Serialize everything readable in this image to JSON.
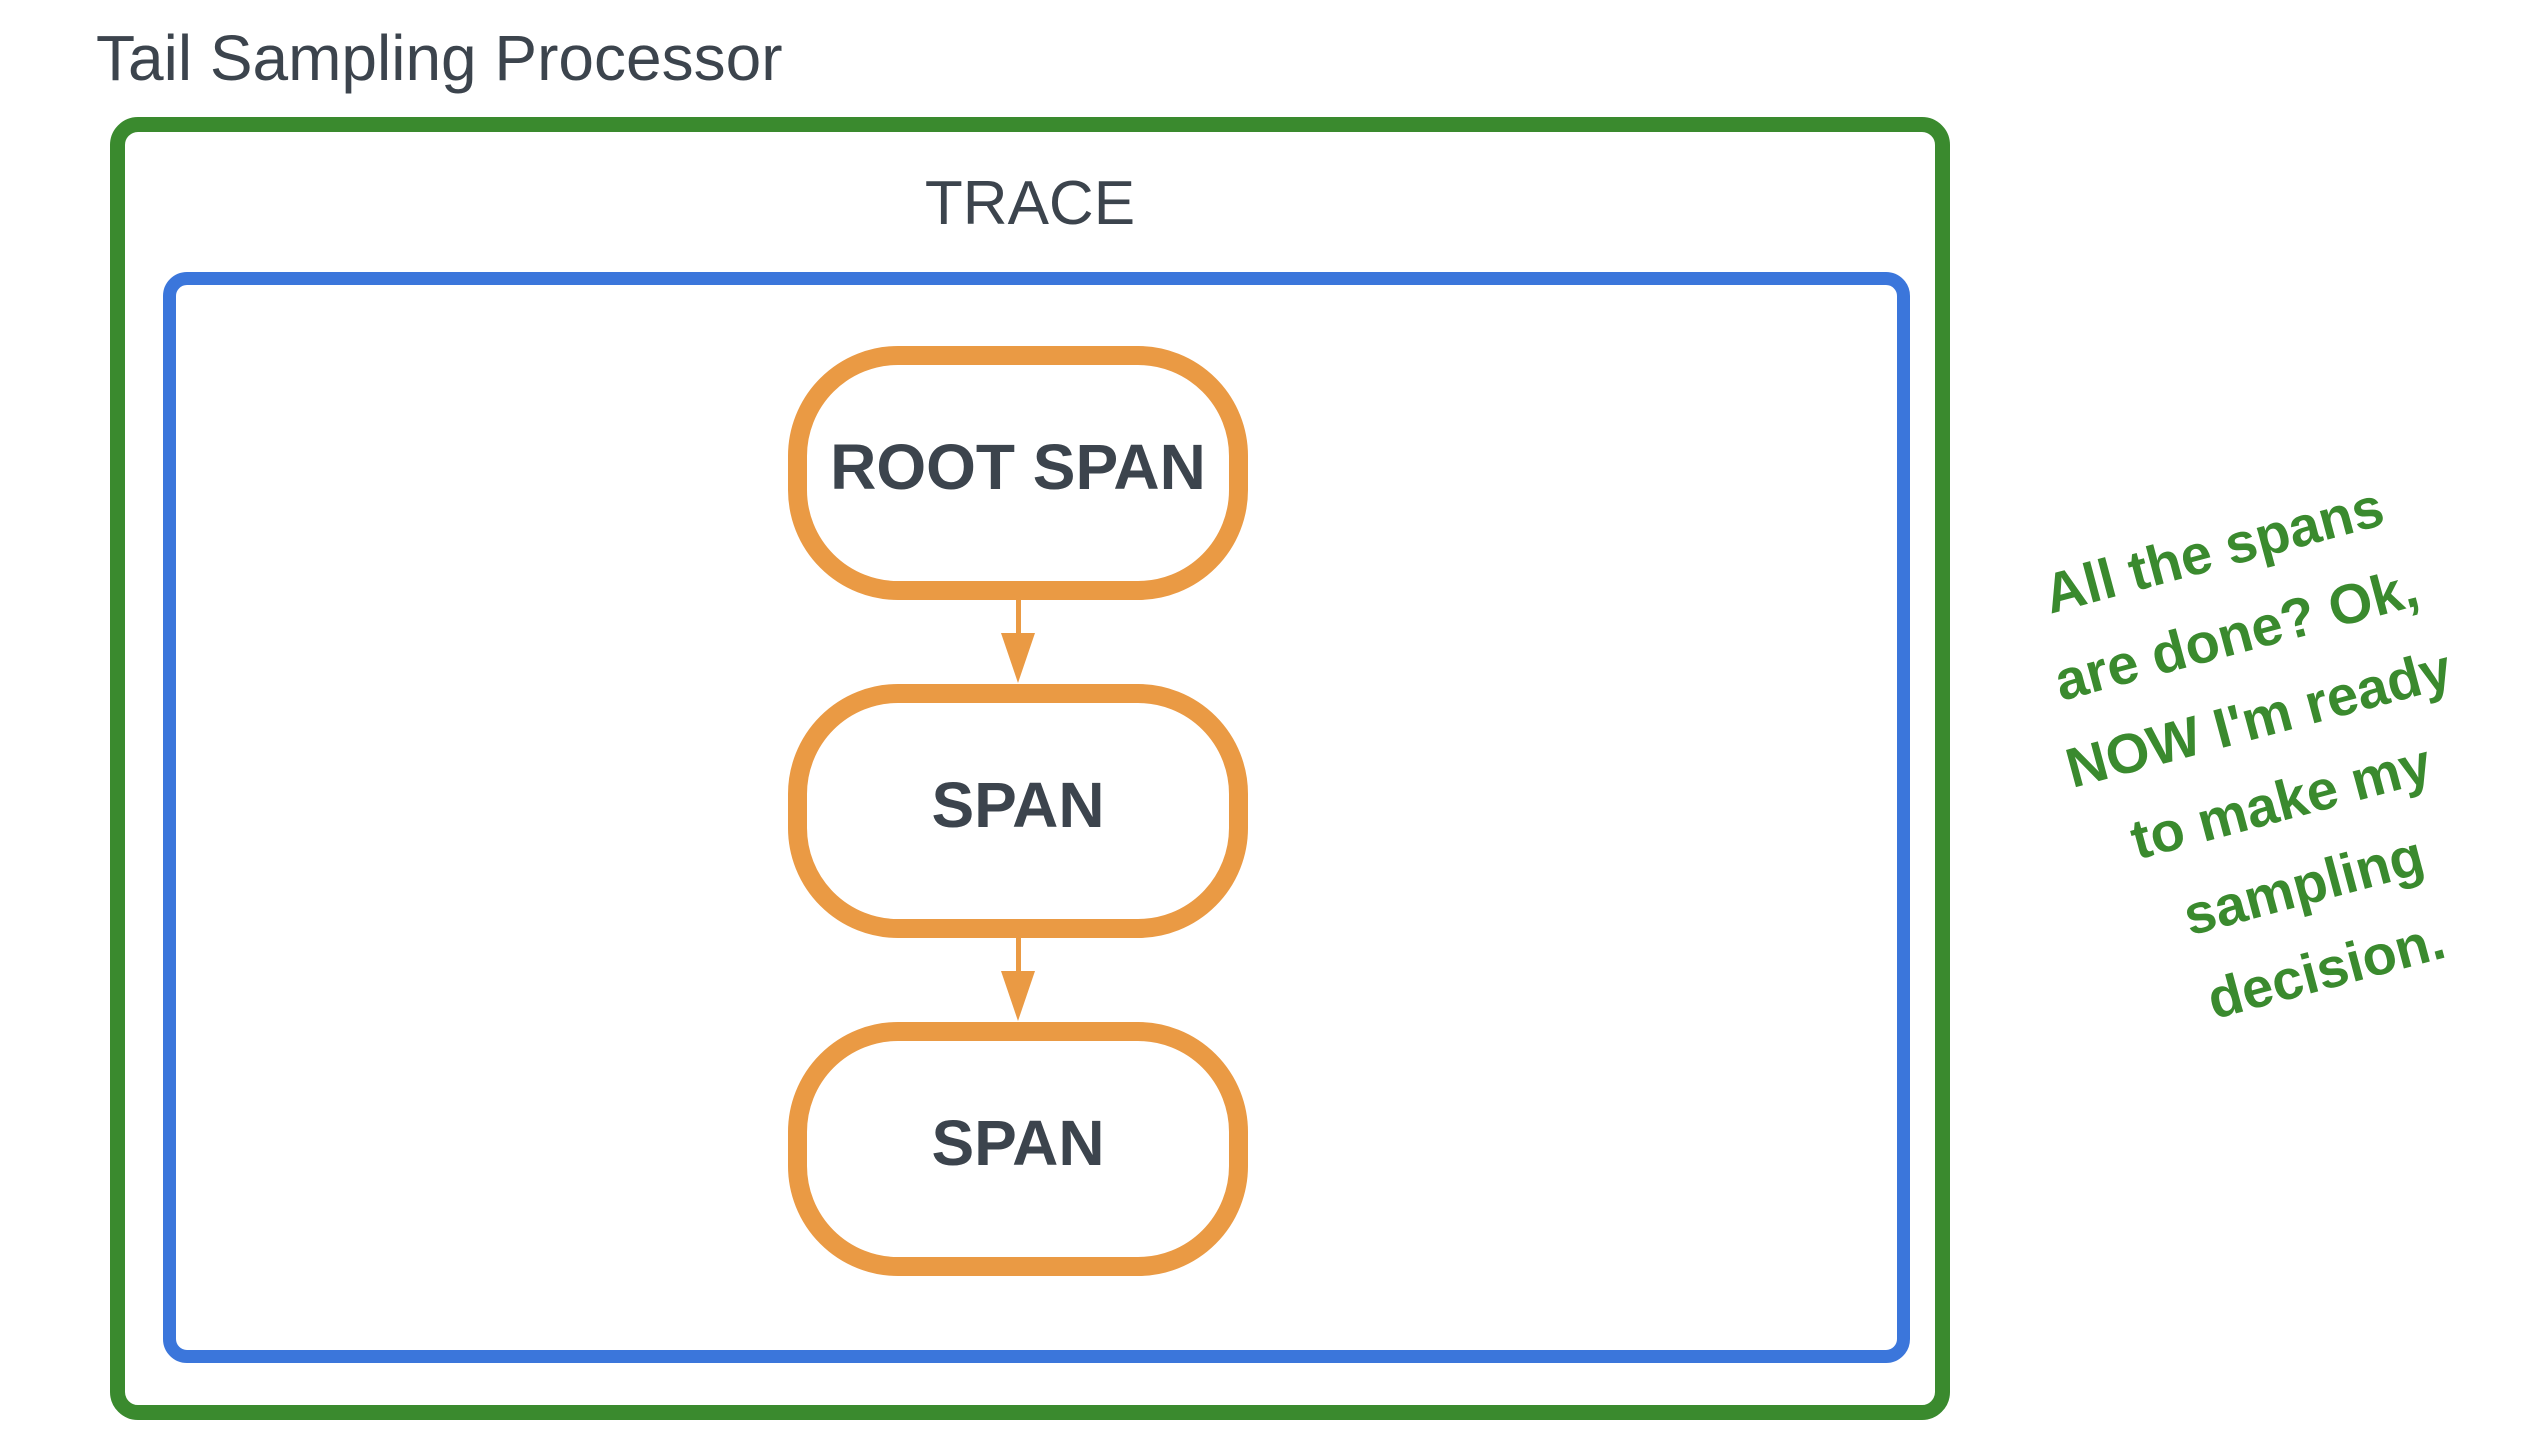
{
  "header": {
    "title": "Tail Sampling Processor"
  },
  "trace": {
    "label": "TRACE",
    "spans": [
      {
        "label": "ROOT SPAN"
      },
      {
        "label": "SPAN"
      },
      {
        "label": "SPAN"
      }
    ]
  },
  "annotation": {
    "lines": [
      "All the spans",
      "are done? Ok,",
      "NOW I'm ready",
      "to make my",
      "sampling",
      "decision."
    ],
    "full_text": "All the spans are done? Ok, NOW I'm ready to make my sampling decision."
  },
  "colors": {
    "background": "#ffffff",
    "processor_border_green": "#3a8a2e",
    "trace_border_blue": "#3b76db",
    "span_border_orange": "#ea9a44",
    "arrow_orange": "#ea9a44",
    "heading_text_dark": "#3c444d",
    "annotation_text_green": "#3a8a2e"
  }
}
